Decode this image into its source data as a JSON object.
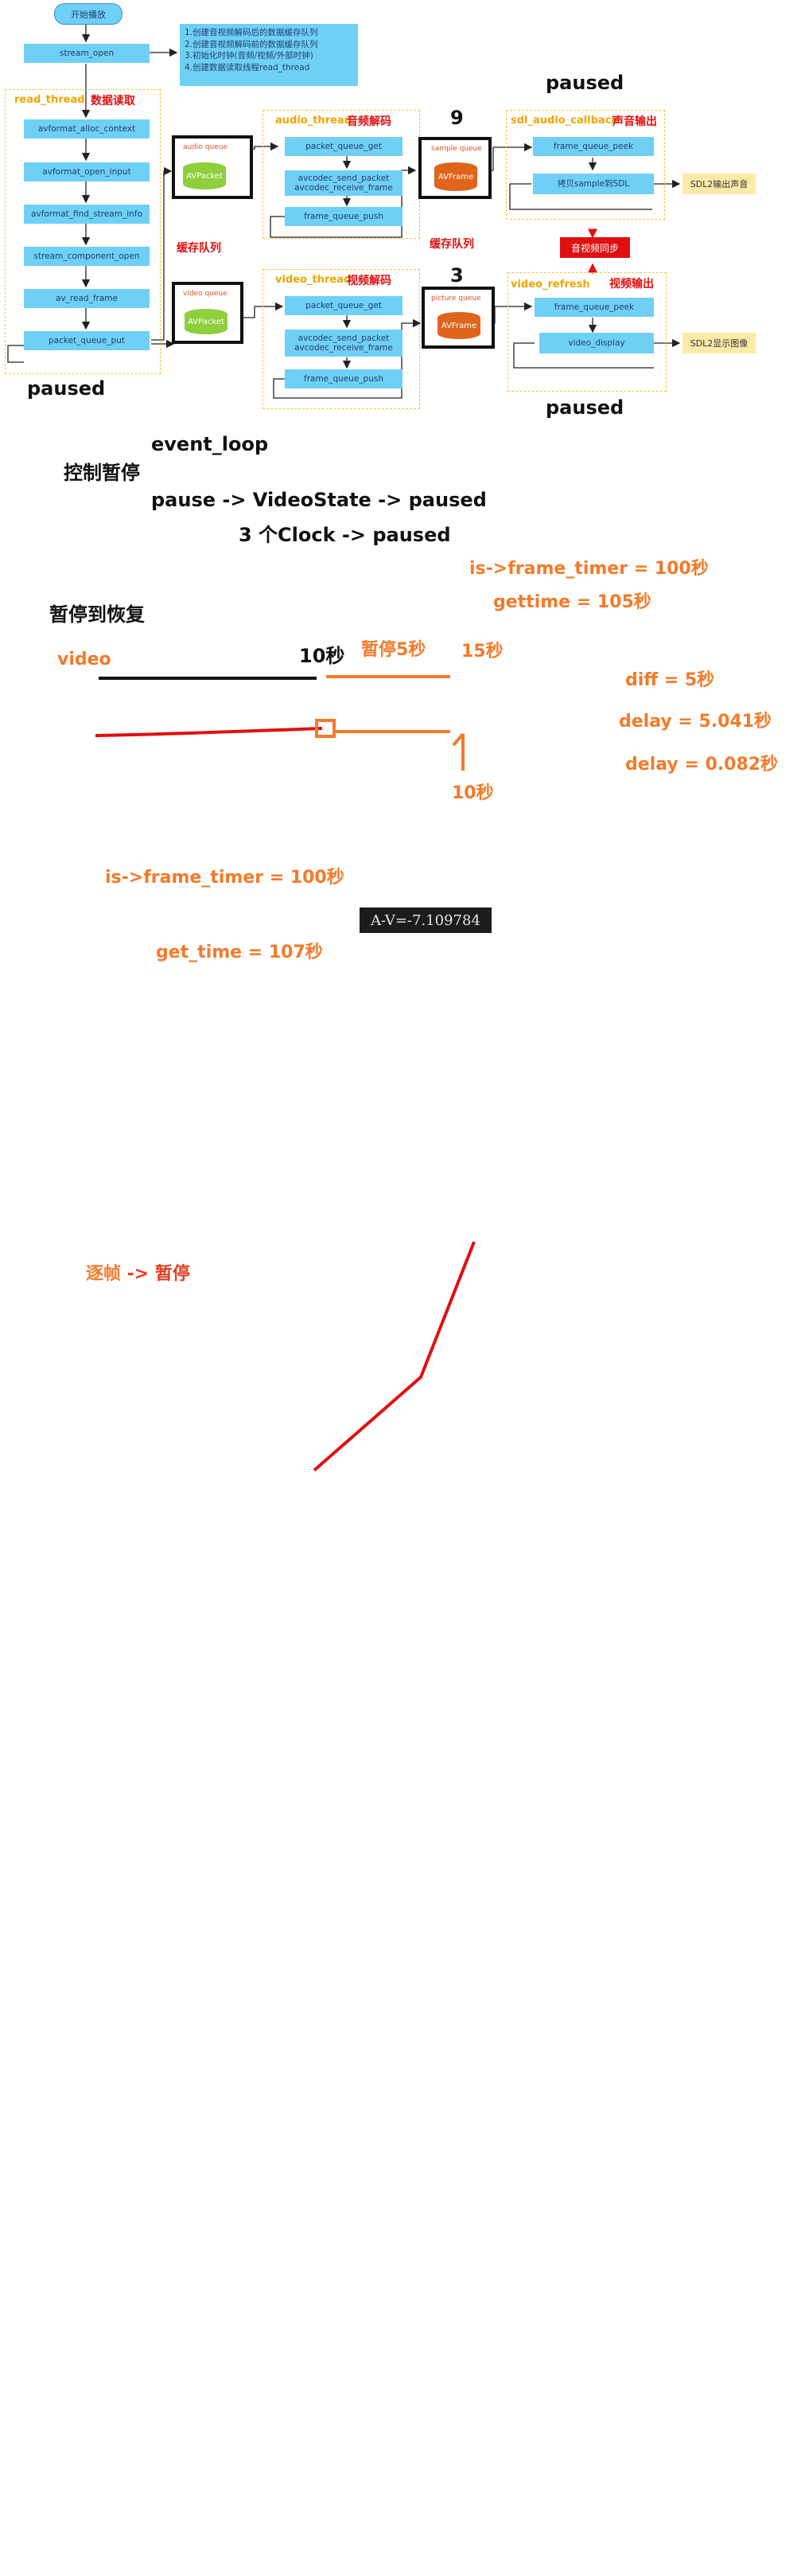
{
  "flow": {
    "start": "开始播放",
    "stream_open": "stream_open",
    "init_notes": [
      "1.创建音视频解码后的数据缓存队列",
      "2.创建音视频解码前的数据缓存队列",
      "3.初始化时钟(音频/视频/外部时钟)",
      "4.创建数据读取线程read_thread"
    ],
    "read_thread": {
      "title": "read_thread",
      "title_cn": "数据读取",
      "steps": [
        "avformat_alloc_context",
        "avformat_open_input",
        "avformat_find_stream_info",
        "stream_component_open",
        "av_read_frame",
        "packet_queue_put"
      ]
    },
    "audio_queue": {
      "label": "audio queue",
      "item": "AVPacket"
    },
    "video_queue": {
      "label": "video queue",
      "item": "AVPacket"
    },
    "audio_thread": {
      "title": "audio_thread",
      "title_cn": "音频解码",
      "steps": [
        "packet_queue_get",
        "avcodec_send_packet\navcodec_receive_frame",
        "frame_queue_push"
      ]
    },
    "video_thread": {
      "title": "video_thread",
      "title_cn": "视频解码",
      "steps": [
        "packet_queue_get",
        "avcodec_send_packet\navcodec_receive_frame",
        "frame_queue_push"
      ]
    },
    "sample_queue": {
      "label": "sample queue",
      "item": "AVFrame"
    },
    "picture_queue": {
      "label": "picture queue",
      "item": "AVFrame"
    },
    "sdl_audio": {
      "title": "sdl_audio_callback",
      "title_cn": "声音输出",
      "steps": [
        "frame_queue_peek",
        "拷贝sample到SDL"
      ],
      "output": "SDL2输出声音"
    },
    "video_refresh": {
      "title": "video_refresh",
      "title_cn": "视频输出",
      "steps": [
        "frame_queue_peek",
        "video_display"
      ],
      "output": "SDL2显示图像"
    },
    "sync_label": "音视频同步",
    "cache_queue_left": "缓存队列",
    "cache_queue_right": "缓存队列",
    "count_audio": "9",
    "count_video": "3",
    "paused_top_right": "paused",
    "paused_left": "paused",
    "paused_bottom_right": "paused"
  },
  "notes": {
    "event_loop": "event_loop",
    "control_pause": "控制暂停",
    "pause_chain": "pause -> VideoState -> paused",
    "clock_chain": "3 个Clock -> paused",
    "frame_timer_1": "is->frame_timer = 100秒",
    "gettime_1": "gettime = 105秒",
    "pause_resume": "暂停到恢复",
    "video": "video",
    "ten_sec_top": "10秒",
    "pause_5s": "暂停5秒",
    "fifteen_sec": "15秒",
    "diff": "diff = 5秒",
    "delay_1": "delay = 5.041秒",
    "delay_2": "delay = 0.082秒",
    "ten_sec_bottom": "10秒",
    "frame_timer_2": "is->frame_timer = 100秒",
    "av_diff": "A-V=-7.109784",
    "get_time": "get_time = 107秒",
    "step_frame": "逐帧",
    "step_frame_arrow": " -> 暂停"
  },
  "colors": {
    "box": "#6fd0f5",
    "dashed": "#f5c542",
    "orange": "#f47a2a",
    "red": "#e01010"
  }
}
